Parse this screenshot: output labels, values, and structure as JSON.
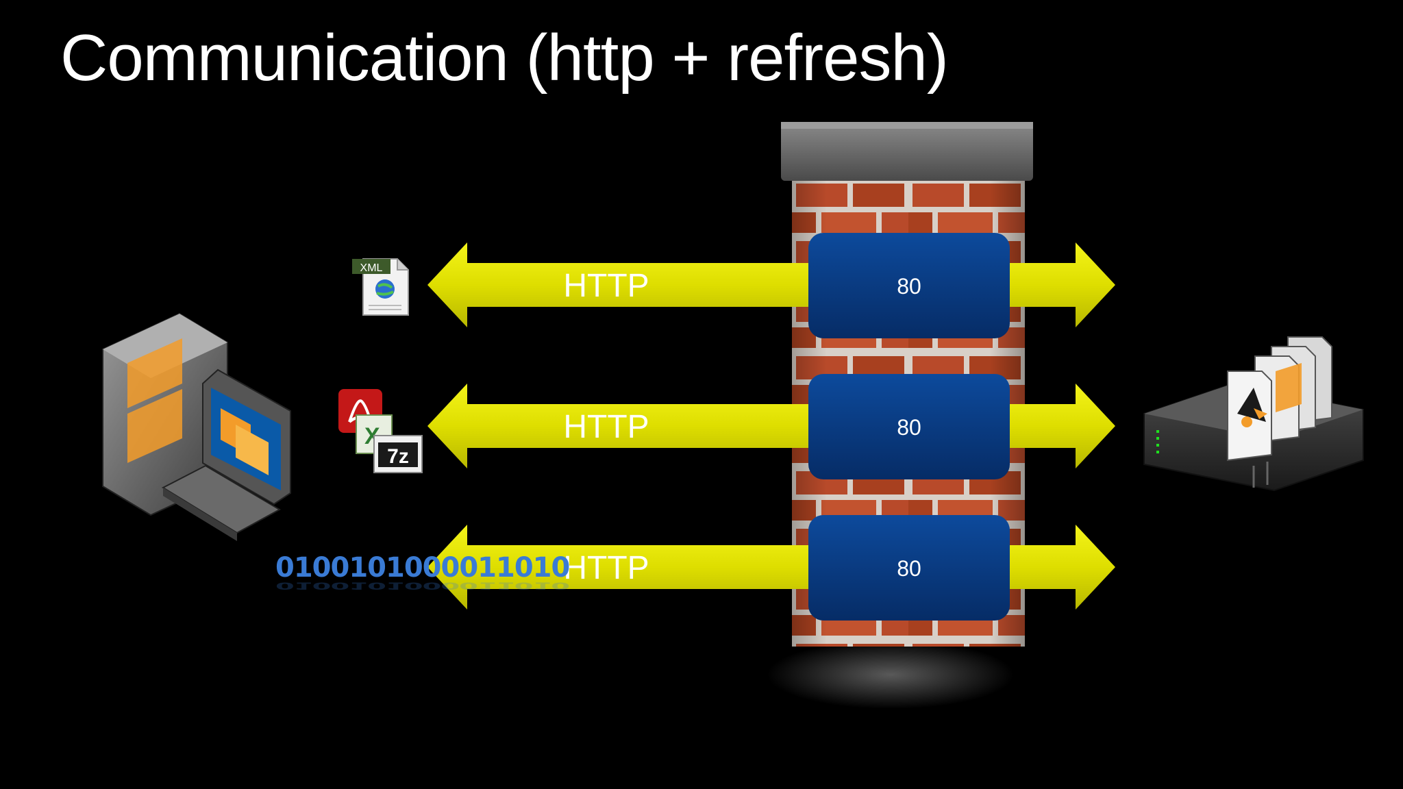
{
  "slide": {
    "title": "Communication (http + refresh)"
  },
  "connections": [
    {
      "protocol": "HTTP",
      "port": "80",
      "payload": "xml-file-icon"
    },
    {
      "protocol": "HTTP",
      "port": "80",
      "payload": "document-files-icon"
    },
    {
      "protocol": "HTTP",
      "port": "80",
      "payload": "binary-data"
    }
  ],
  "payloads": {
    "xml_badge": "XML",
    "zip_badge": "7z",
    "binary": "0100101000011010"
  },
  "colors": {
    "background": "#000000",
    "arrow": "#e6e600",
    "port_box": "#0a3a80",
    "brick": "#b84a2a",
    "mortar": "#d8d0c8",
    "binary_text": "#3a7bd5"
  },
  "icons": {
    "client": "desktop-computer-icon",
    "server": "server-rack-icon",
    "firewall": "brick-firewall-icon"
  }
}
